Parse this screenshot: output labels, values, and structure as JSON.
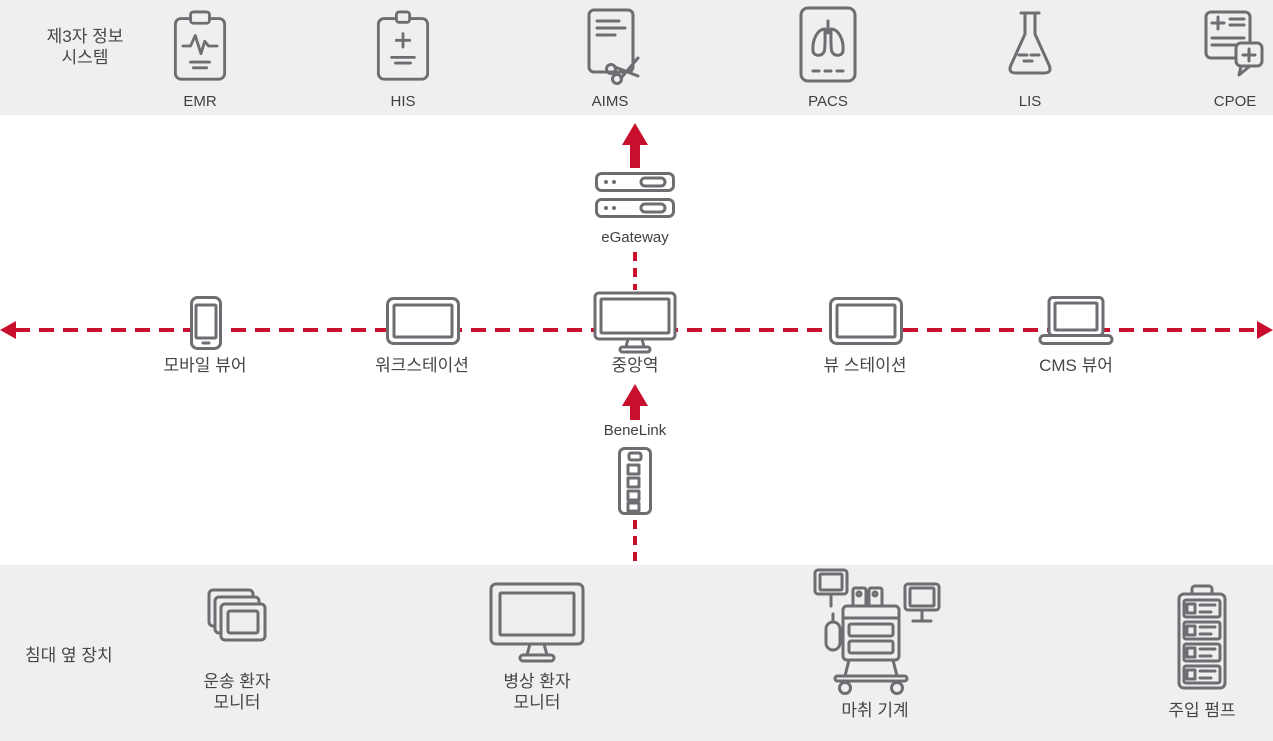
{
  "colors": {
    "accent_red": "#c8102e",
    "icon_gray": "#6d6e71",
    "text_dark": "#454649",
    "band_gray": "#efeff0"
  },
  "top_band": {
    "label_line1": "제3자 정보",
    "label_line2": "시스템",
    "systems": [
      {
        "id": "emr",
        "label": "EMR"
      },
      {
        "id": "his",
        "label": "HIS"
      },
      {
        "id": "aims",
        "label": "AIMS"
      },
      {
        "id": "pacs",
        "label": "PACS"
      },
      {
        "id": "lis",
        "label": "LIS"
      },
      {
        "id": "cpoe",
        "label": "CPOE"
      }
    ]
  },
  "network": {
    "egateway_label": "eGateway",
    "benelink_label": "BeneLink",
    "devices": [
      {
        "id": "mobile-viewer",
        "label": "모바일 뷰어"
      },
      {
        "id": "workstation",
        "label": "워크스테이션"
      },
      {
        "id": "central-station",
        "label": "중앙역"
      },
      {
        "id": "view-station",
        "label": "뷰 스테이션"
      },
      {
        "id": "cms-viewer",
        "label": "CMS 뷰어"
      }
    ]
  },
  "bottom_band": {
    "label": "침대 옆 장치",
    "devices": [
      {
        "id": "transport-monitor",
        "lines": [
          "운송 환자",
          "모니터"
        ]
      },
      {
        "id": "bedside-monitor",
        "lines": [
          "병상 환자",
          "모니터"
        ]
      },
      {
        "id": "anesthesia-machine",
        "lines": [
          "마취 기계"
        ]
      },
      {
        "id": "infusion-pump",
        "lines": [
          "주입 펌프"
        ]
      }
    ]
  }
}
